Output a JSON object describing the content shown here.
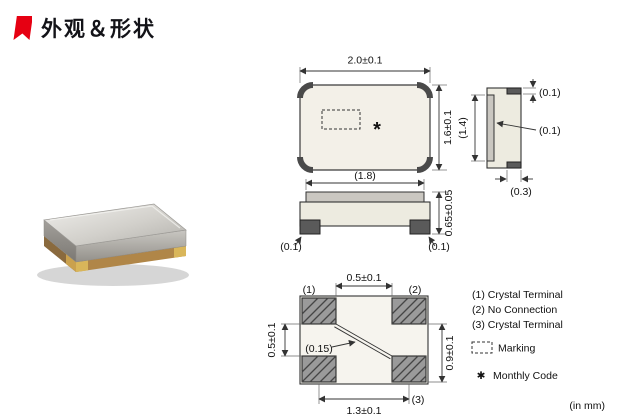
{
  "colors": {
    "accent_red": "#e60012",
    "line": "#333333",
    "ceramic": "#b08648",
    "metal": "#c7c5c0"
  },
  "header": {
    "title": "外观＆形状"
  },
  "views": {
    "top": {
      "width_dim": "2.0±0.1",
      "depth_dim": "1.6±0.1",
      "monthly_mark": "*"
    },
    "front": {
      "lid_dim": "(1.8)",
      "height_dim": "0.65±0.05",
      "left_standoff": "(0.1)",
      "right_standoff": "(0.1)"
    },
    "side": {
      "lid_dim": "(1.4)",
      "top_pad_dim": "(0.1)",
      "seam_dim": "(0.1)",
      "pad_width_dim": "(0.3)"
    },
    "bottom": {
      "pad1_label": "(1)",
      "pad2_label": "(2)",
      "pad3_label": "(3)",
      "top_gap_dim": "0.5±0.1",
      "left_gap_dim": "0.5±0.1",
      "right_span_dim": "0.9±0.1",
      "pitch_dim": "1.3±0.1",
      "diag_gap_dim": "(0.15)"
    }
  },
  "legend": {
    "terminals": [
      "(1) Crystal Terminal",
      "(2) No Connection",
      "(3) Crystal Terminal"
    ],
    "marking_label": "Marking",
    "monthly_symbol": "✱",
    "monthly_label": "Monthly Code",
    "units": "(in mm)"
  }
}
